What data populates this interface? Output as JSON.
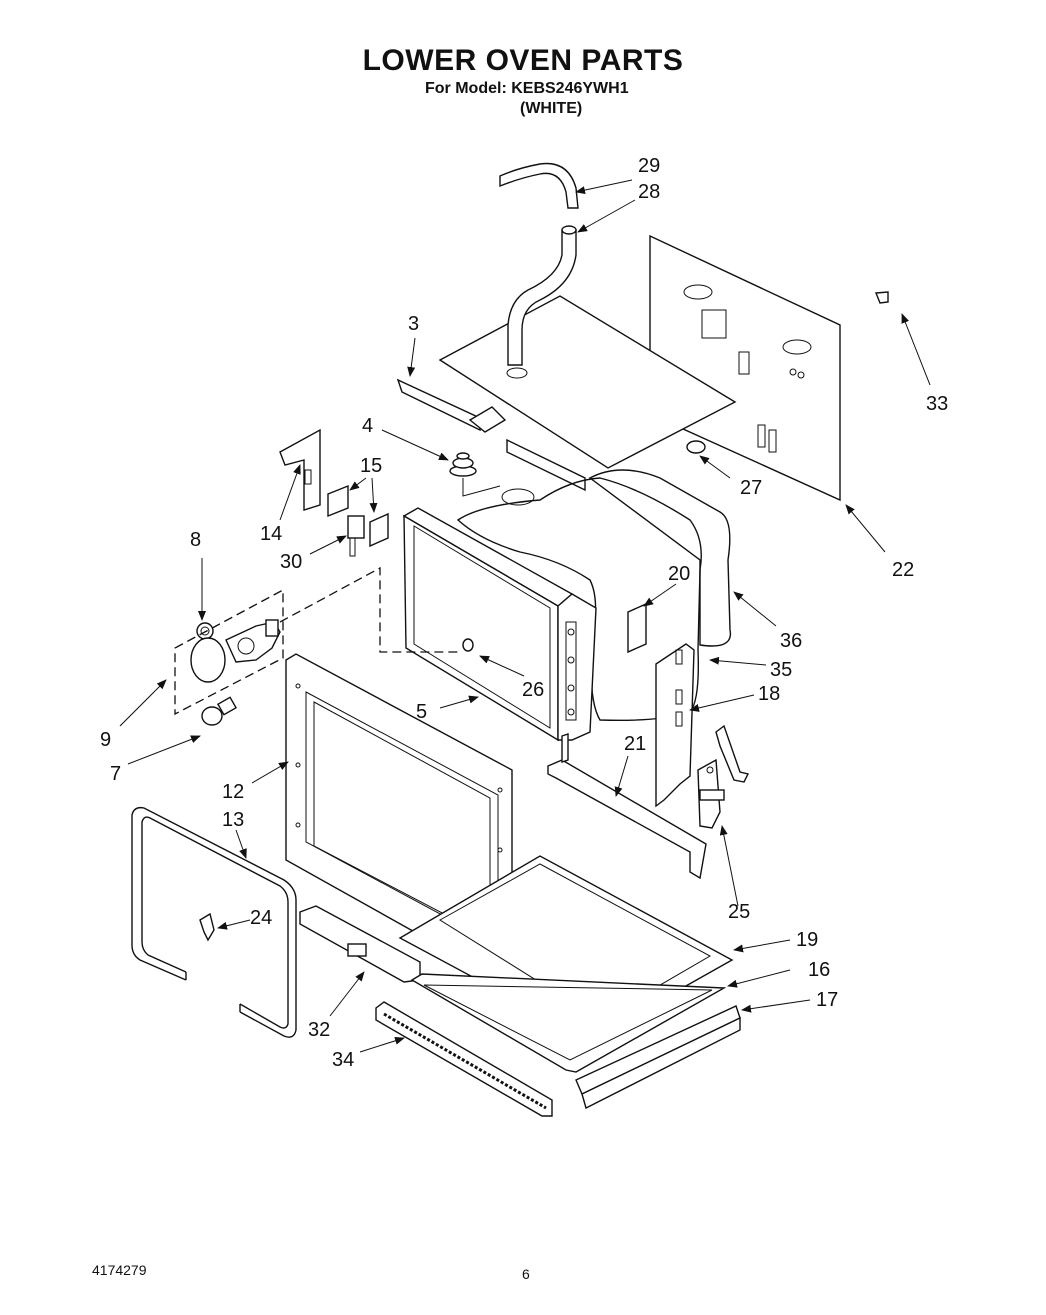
{
  "header": {
    "title": "LOWER OVEN PARTS",
    "model_line": "For Model: KEBS246YWH1",
    "color_line": "(WHITE)"
  },
  "footer": {
    "doc_number": "4174279",
    "page_number": "6"
  },
  "callouts": {
    "c3": "3",
    "c4": "4",
    "c5": "5",
    "c7": "7",
    "c8": "8",
    "c9": "9",
    "c12": "12",
    "c13": "13",
    "c14": "14",
    "c15": "15",
    "c16": "16",
    "c17": "17",
    "c18": "18",
    "c19": "19",
    "c20": "20",
    "c21": "21",
    "c22": "22",
    "c24": "24",
    "c25": "25",
    "c26": "26",
    "c27": "27",
    "c28": "28",
    "c29": "29",
    "c30": "30",
    "c32": "32",
    "c33": "33",
    "c34": "34",
    "c35": "35",
    "c36": "36"
  }
}
